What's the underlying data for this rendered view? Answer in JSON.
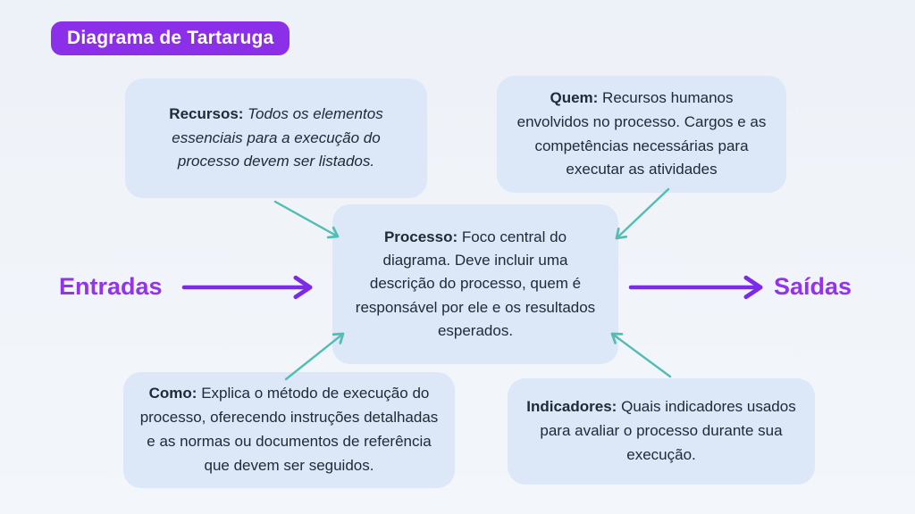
{
  "title_badge": {
    "label": "Diagrama de Tartaruga"
  },
  "nodes": {
    "recursos": {
      "lead": "Recursos:",
      "body": "Todos os elementos essenciais para a execução do processo devem ser listados."
    },
    "quem": {
      "lead": "Quem:",
      "body": "Recursos humanos envolvidos no processo. Cargos e as competências necessárias para executar as atividades"
    },
    "processo": {
      "lead": "Processo:",
      "body": "Foco central do diagrama. Deve incluir uma descrição do processo, quem é responsável por ele e os resultados esperados."
    },
    "como": {
      "lead": "Como:",
      "body": "Explica o método de execução do processo, oferecendo instruções detalhadas e as normas ou documentos de referência que devem ser seguidos."
    },
    "indicadores": {
      "lead": "Indicadores:",
      "body": "Quais indicadores usados para avaliar o processo durante sua execução."
    }
  },
  "labels": {
    "input": "Entradas",
    "output": "Saídas"
  },
  "colors": {
    "badge": "#8b2fe8",
    "flow_label": "#9333ea",
    "flow_arrow": "#7d2ae8",
    "connector": "#53bdb3",
    "node_bg": "#dce7f8",
    "text": "#212b36",
    "background": "#f0f4f9"
  }
}
